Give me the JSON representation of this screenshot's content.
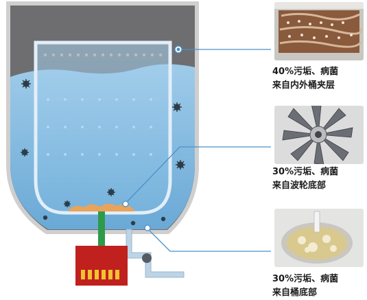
{
  "callouts": [
    {
      "line1": "40%污垢、病菌",
      "line2": "来自内外桶夹层",
      "photo": "inner-outer-tub-gap-dirt-photo"
    },
    {
      "line1": "30%污垢、病菌",
      "line2": "来自波轮底部",
      "photo": "pulsator-bottom-dirt-photo"
    },
    {
      "line1": "30%污垢、病菌",
      "line2": "来自桶底部",
      "photo": "tub-bottom-dirt-photo"
    }
  ],
  "colors": {
    "outer_tub_gray": "#6e6e70",
    "water_blue": "#7fb6dd",
    "inner_basket_edge": "#d8e8f4",
    "germ": "#2e3d4a",
    "callout_line": "#4a90c8",
    "motor_red": "#c0201e",
    "motor_slot_yellow": "#f2c230",
    "shaft_green": "#2e9a4a",
    "dirt_orange": "#e8a45a"
  }
}
